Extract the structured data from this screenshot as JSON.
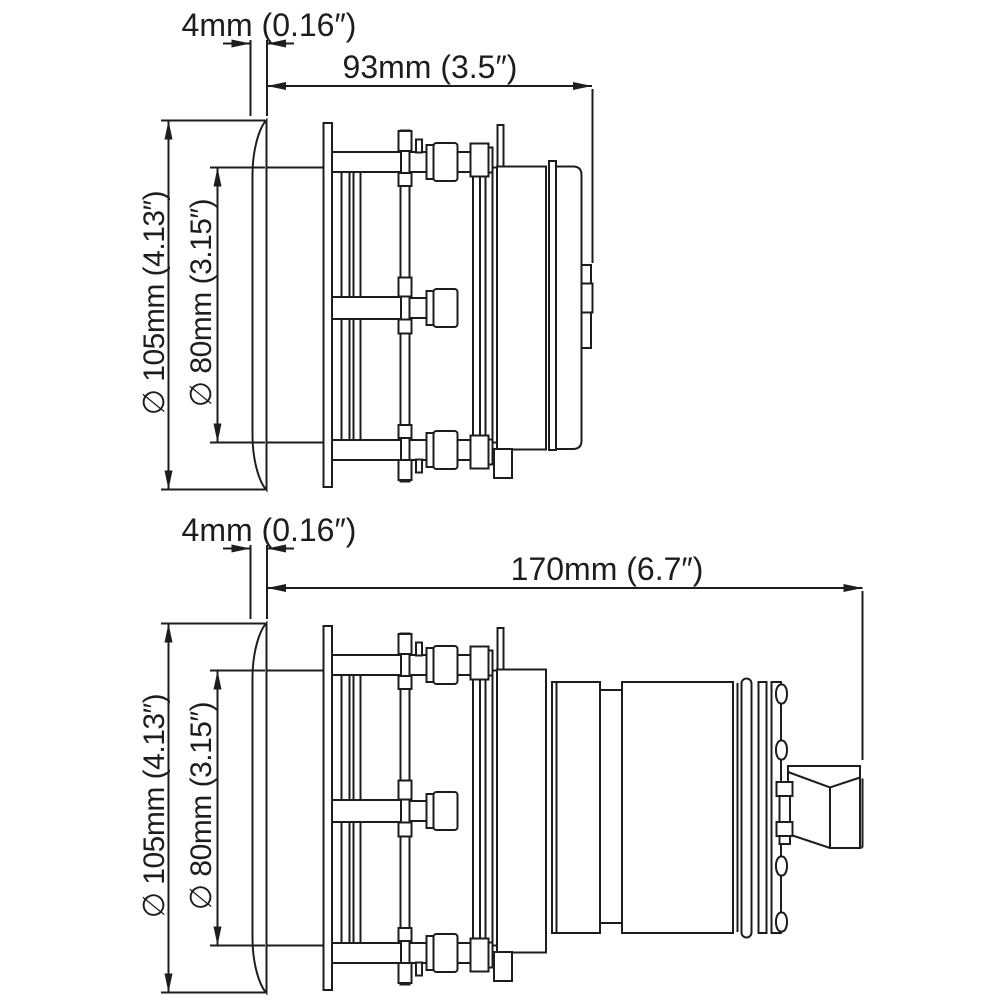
{
  "page": {
    "background": "#ffffff",
    "line_color": "#1d1d1b"
  },
  "views": [
    {
      "id": "top",
      "name": "short-version-side-view",
      "dimensions": {
        "flange_thickness": "4mm (0.16″)",
        "overall_length": "93mm (3.5″)",
        "flange_diameter": "∅ 105mm (4.13″)",
        "body_diameter": "∅ 80mm (3.15″)"
      }
    },
    {
      "id": "bottom",
      "name": "long-version-side-view",
      "dimensions": {
        "flange_thickness": "4mm (0.16″)",
        "overall_length": "170mm (6.7″)",
        "flange_diameter": "∅ 105mm (4.13″)",
        "body_diameter": "∅ 80mm (3.15″)"
      }
    }
  ]
}
